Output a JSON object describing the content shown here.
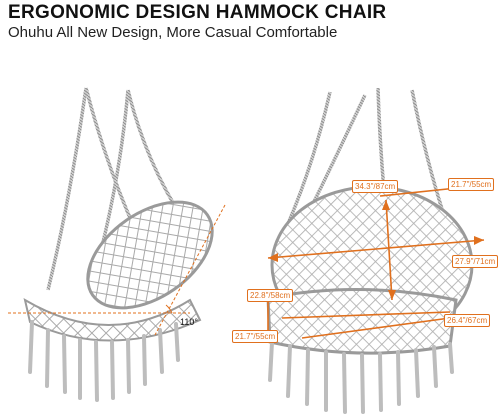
{
  "header": {
    "title": "ERGONOMIC DESIGN HAMMOCK CHAIR",
    "subtitle": "Ohuhu All New Design, More Casual Comfortable"
  },
  "left_chair": {
    "angle_label": "110°"
  },
  "right_chair": {
    "dimensions": {
      "back_height": "34.3\"/87cm",
      "back_width": "21.7\"/55cm",
      "frame_diameter": "27.9\"/71cm",
      "side_height": "22.8\"/58cm",
      "seat_depth": "26.4\"/67cm",
      "seat_width": "21.7\"/55cm"
    }
  },
  "colors": {
    "accent": "#e0701e",
    "rope": "#bdbdbd",
    "rope_dark": "#8a8a8a"
  }
}
